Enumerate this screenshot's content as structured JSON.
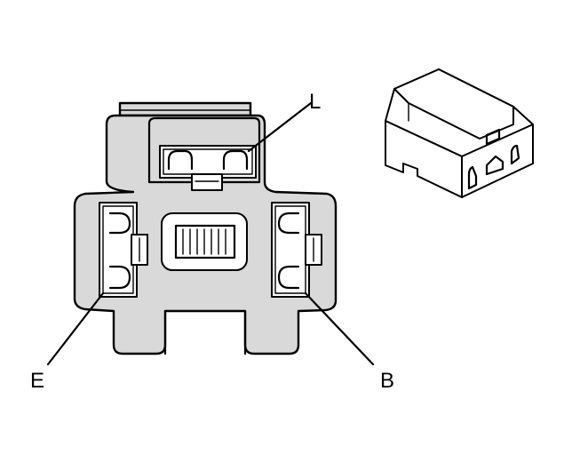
{
  "labels": {
    "l": "L",
    "e": "E",
    "b": "B"
  },
  "colors": {
    "connector_fill": "#d9d9d9",
    "line": "#000000",
    "background": "#ffffff"
  }
}
